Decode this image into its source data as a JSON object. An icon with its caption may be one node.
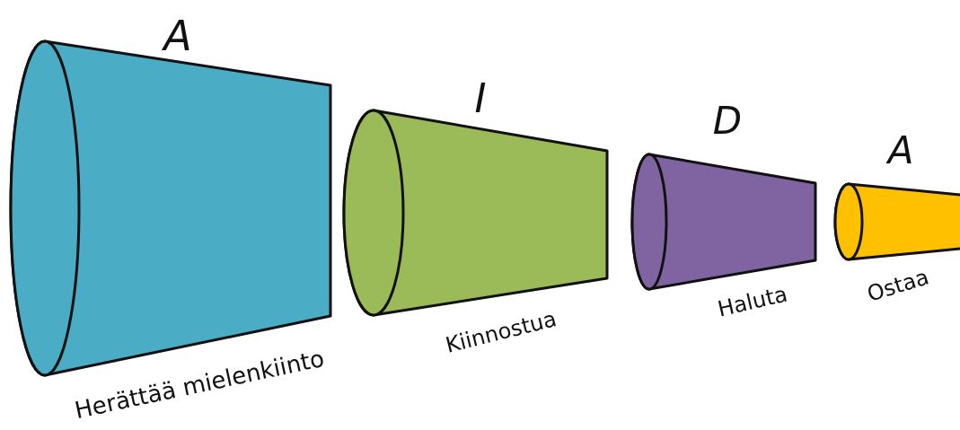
{
  "diagram": {
    "nodes": [
      {
        "text": [
          "A",
          "Herättää mielenkiinto"
        ]
      },
      {
        "text": [
          "I",
          "Kiinnostua"
        ]
      },
      {
        "text": [
          "D",
          "Haluta"
        ]
      },
      {
        "text": [
          "A",
          "Ostaa"
        ]
      }
    ]
  }
}
